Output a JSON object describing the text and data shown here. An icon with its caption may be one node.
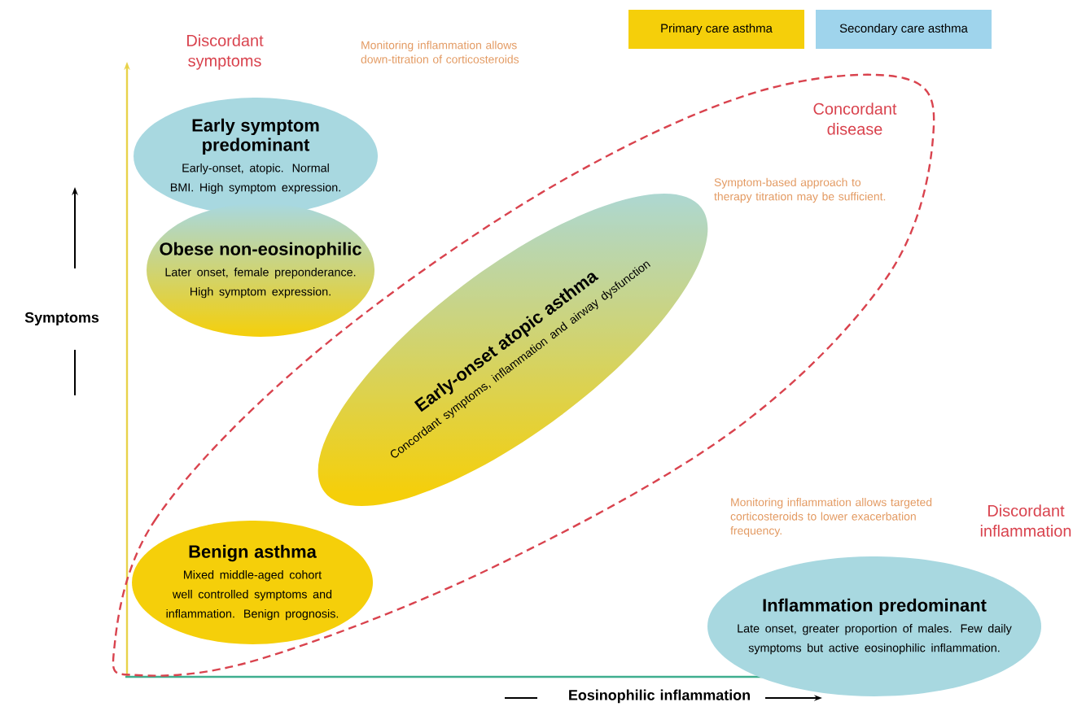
{
  "diagram": {
    "nodes": [
      {
        "text": [
          "Early symptom predominant",
          "Early-onset, atopic. Normal BMI. High symptom expression."
        ]
      },
      {
        "text": [
          "Obese non-eosinophilic",
          "Later onset, female preponderance. High symptom expression."
        ]
      },
      {
        "text": [
          "Early-onset atopic asthma",
          "Concordant symptoms, inflammation and airway dysfunction"
        ]
      },
      {
        "text": [
          "Benign asthma",
          "Mixed middle-aged cohort well controlled symptoms and inflammation. Benign prognosis."
        ]
      },
      {
        "text": [
          "Inflammation predominant",
          "Late onset, greater proportion of males. Few daily symptoms but active eosinophilic inflammation."
        ]
      }
    ],
    "labels": [
      "Discordant symptoms",
      "Monitoring inflammation allows down-titration of corticosteroids",
      "Concordant disease",
      "Symptom-based approach to therapy titration may be sufficient.",
      "Monitoring inflammation allows targeted corticosteroids to lower exacerbation frequency.",
      "Discordant inflammation",
      "Symptoms",
      "Eosinophilic inflammation"
    ],
    "legend": [
      {
        "text": "Primary care asthma",
        "color": "#f5cf0a"
      },
      {
        "text": "Secondary care asthma",
        "color": "#9fd4ec"
      }
    ]
  }
}
